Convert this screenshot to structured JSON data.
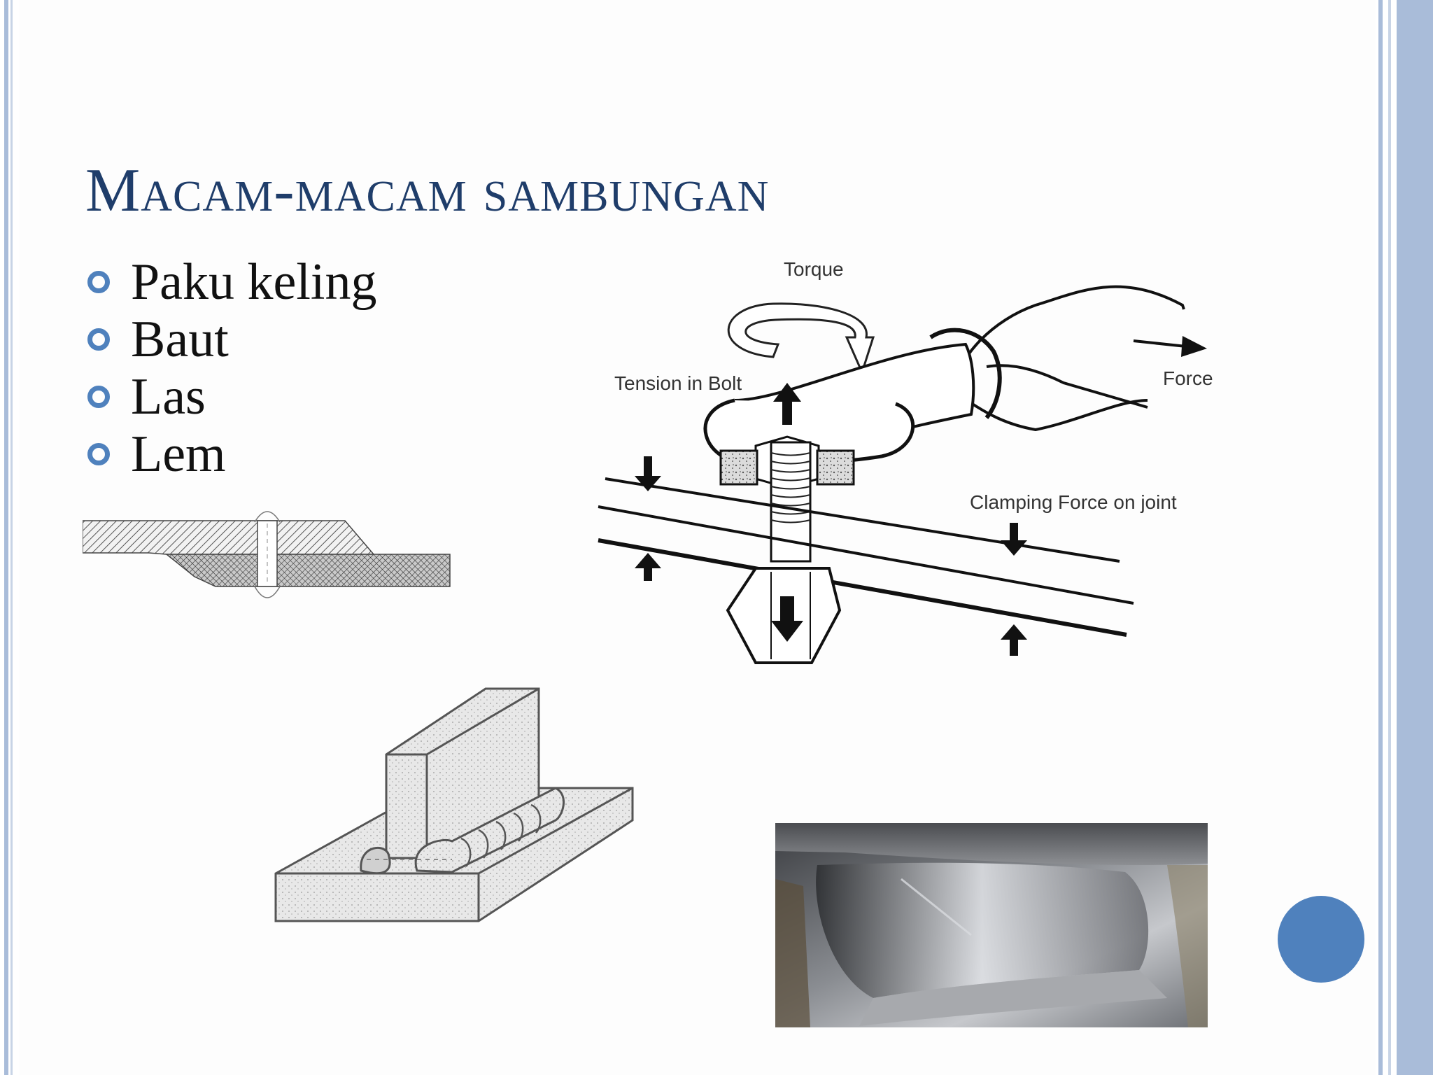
{
  "slide": {
    "title": "Macam-macam sambungan",
    "bullets": [
      "Paku keling",
      "Baut",
      "Las",
      "Lem"
    ]
  },
  "bolt_diagram": {
    "labels": {
      "torque": "Torque",
      "tension": "Tension in Bolt",
      "force": "Force",
      "clamping": "Clamping Force on joint"
    }
  },
  "icons": {
    "bullet": "circle-bullet-icon",
    "navigation": "circle-nav-icon"
  },
  "colors": {
    "title": "#1f3d6a",
    "accent": "#4f81bd",
    "border": "#a9bcd9",
    "text": "#111111"
  }
}
